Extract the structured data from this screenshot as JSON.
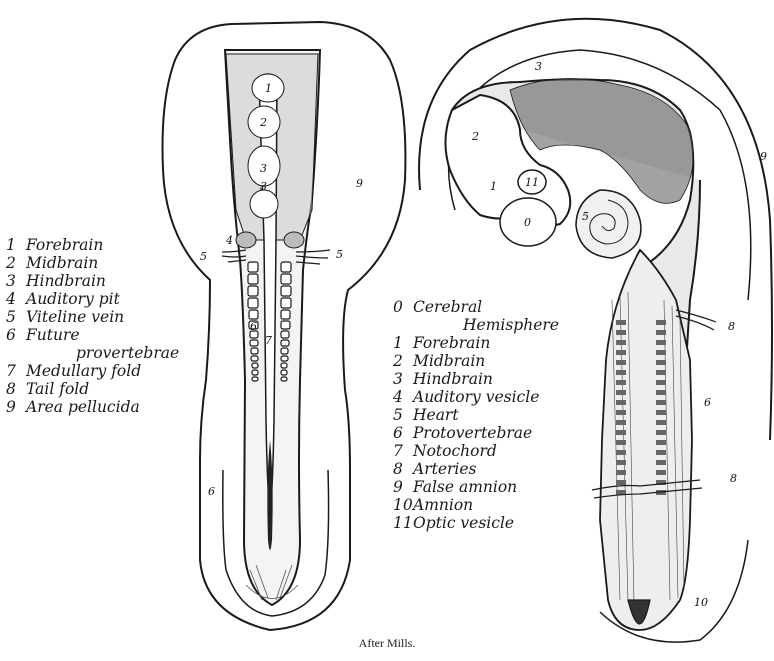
{
  "legend_left": [
    {
      "num": "1",
      "label": "Forebrain"
    },
    {
      "num": "2",
      "label": "Midbrain"
    },
    {
      "num": "3",
      "label": "Hindbrain"
    },
    {
      "num": "4",
      "label": "Auditory pit"
    },
    {
      "num": "5",
      "label": "Viteline vein"
    },
    {
      "num": "6",
      "label": "Future"
    },
    {
      "num": "",
      "label": "provertebrae"
    },
    {
      "num": "7",
      "label": "Medullary fold"
    },
    {
      "num": "8",
      "label": "Tail fold"
    },
    {
      "num": "9",
      "label": "Area pellucida"
    }
  ],
  "legend_right": [
    {
      "num": "0",
      "label": "Cerebral"
    },
    {
      "num": "",
      "label": "Hemisphere"
    },
    {
      "num": "1",
      "label": "Forebrain"
    },
    {
      "num": "2",
      "label": "Midbrain"
    },
    {
      "num": "3",
      "label": "Hindbrain"
    },
    {
      "num": "4",
      "label": "Auditory vesicle"
    },
    {
      "num": "5",
      "label": "Heart"
    },
    {
      "num": "6",
      "label": "Protovertebrae"
    },
    {
      "num": "7",
      "label": "Notochord"
    },
    {
      "num": "8",
      "label": "Arteries"
    },
    {
      "num": "9",
      "label": "False amnion"
    },
    {
      "num": "10",
      "label": "Amnion"
    },
    {
      "num": "11",
      "label": "Optic vesicle"
    }
  ],
  "left_embryo_labels": {
    "l1": "1",
    "l2": "2",
    "l3a": "3",
    "l3b": "3",
    "l4": "4",
    "l5a": "5",
    "l5b": "5",
    "l6a": "6",
    "l7": "7",
    "l6b": "6",
    "l9": "9"
  },
  "right_embryo_labels": {
    "l3": "3",
    "l2": "2",
    "l1": "1",
    "l11": "11",
    "l0": "0",
    "l5": "5",
    "l9": "9",
    "l8a": "8",
    "l6": "6",
    "l8b": "8",
    "l10": "10"
  },
  "caption": "After Mills."
}
